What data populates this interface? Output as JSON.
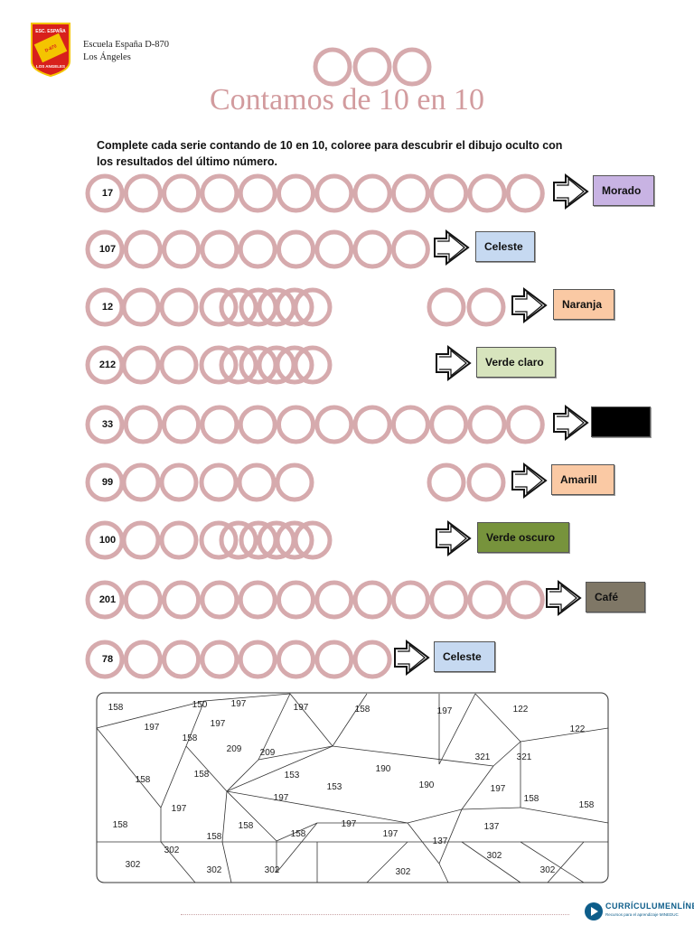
{
  "header": {
    "logo_text_top": "ESC. ESPAÑA",
    "logo_text_bottom": "LOS ANGELES",
    "logo_text_center": "D-870",
    "school_line1": "Escuela España D-870",
    "school_line2": "Los Ángeles"
  },
  "title": "Contamos de 10 en 10",
  "instructions": "Complete cada serie contando de 10 en 10, coloree para descubrir el dibujo oculto con los resultados del último número.",
  "rows": [
    {
      "start": "17",
      "color_label": "Morado",
      "color": "#c8b3e3"
    },
    {
      "start": "107",
      "color_label": "Celeste",
      "color": "#c6d9f1"
    },
    {
      "start": "12",
      "color_label": "Naranja",
      "color": "#fac9a4"
    },
    {
      "start": "212",
      "color_label": "Verde claro",
      "color": "#d7e4bd"
    },
    {
      "start": "33",
      "color_label": "",
      "color": "#000000"
    },
    {
      "start": "99",
      "color_label": "Amarill",
      "color": "#fac9a4"
    },
    {
      "start": "100",
      "color_label": "Verde oscuro",
      "color": "#77933c"
    },
    {
      "start": "201",
      "color_label": "Café",
      "color": "#7f7766"
    },
    {
      "start": "78",
      "color_label": "Celeste",
      "color": "#c6d9f1"
    }
  ],
  "puzzle_numbers": [
    "158",
    "197",
    "150",
    "197",
    "197",
    "158",
    "197",
    "122",
    "122",
    "197",
    "158",
    "209",
    "209",
    "153",
    "190",
    "321",
    "321",
    "158",
    "153",
    "190",
    "197",
    "158",
    "197",
    "197",
    "158",
    "158",
    "158",
    "158",
    "158",
    "197",
    "137",
    "158",
    "197",
    "137",
    "302",
    "302",
    "302",
    "302",
    "302",
    "302",
    "302"
  ],
  "footer": {
    "brand": "CURRÍCULUMENLÍNEA",
    "tagline": "Recursos para el aprendizaje MINEDUC"
  },
  "colors": {
    "ring": "#d6aaad",
    "title": "#d29b9e"
  }
}
